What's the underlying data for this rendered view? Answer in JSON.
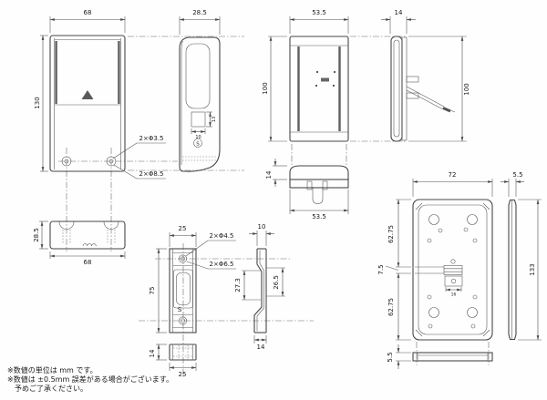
{
  "colors": {
    "background": "#fefefe",
    "line": "#474747",
    "text": "#1a1a1a"
  },
  "views": {
    "unit_front": {
      "width": "68",
      "height": "130",
      "front_holes": "2×Φ3.5",
      "back_holes": "2×Φ8.5"
    },
    "unit_side": {
      "depth": "28.5",
      "cutout_width": "10",
      "cutout_height": "13",
      "s_mark": "S"
    },
    "unit_bottom": {
      "depth": "28.5",
      "width": "68"
    },
    "reader_front": {
      "width": "53.5",
      "height": "100"
    },
    "reader_side": {
      "depth": "14",
      "height": "100"
    },
    "reader_bottom": {
      "depth": "14",
      "width": "53.5"
    },
    "strike_front": {
      "width": "25",
      "height": "75",
      "front_holes": "2×Φ4.5",
      "back_holes": "2×Φ6.5",
      "s_mark": "S"
    },
    "strike_side": {
      "top_width": "10",
      "inner_height": "27.3",
      "outer_height": "26.5",
      "bottom_width": "14"
    },
    "strike_bottom": {
      "depth": "14",
      "width": "25"
    },
    "plate_front": {
      "width": "72",
      "side_depth": "5.5",
      "upper_height": "62.75",
      "lower_height": "62.75",
      "slot_height": "7.5",
      "total_height": "133",
      "bottom_depth": "5.5",
      "tab_width": "16"
    }
  },
  "notes": [
    "※数値の単位は mm です。",
    "※数値は ±0.5mm 誤差がある場合がございます。",
    "予めご了承ください。"
  ]
}
